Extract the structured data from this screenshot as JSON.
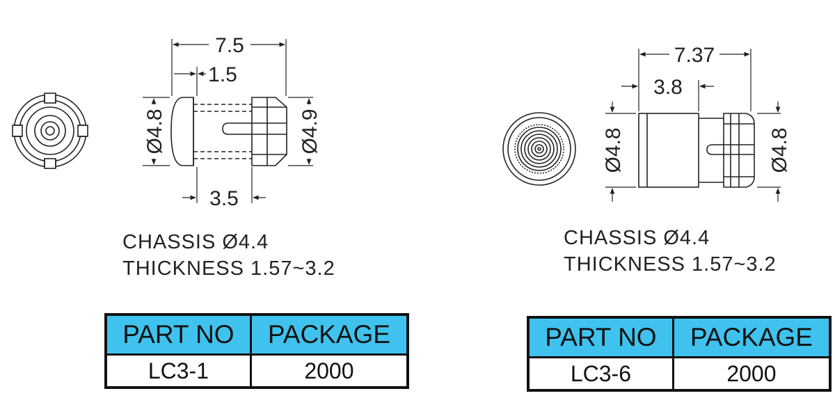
{
  "left": {
    "dims": {
      "overall": "7.5",
      "head": "1.5",
      "body": "3.5",
      "dia_left": "Ø4.8",
      "dia_right": "Ø4.9"
    },
    "chassis": "CHASSIS Ø4.4",
    "thickness": "THICKNESS 1.57~3.2",
    "table": {
      "headers": [
        "PART NO",
        "PACKAGE"
      ],
      "rows": [
        [
          "LC3-1",
          "2000"
        ]
      ]
    }
  },
  "right": {
    "dims": {
      "overall": "7.37",
      "body": "3.8",
      "dia_left": "Ø4.8",
      "dia_right": "Ø4.8"
    },
    "chassis": "CHASSIS Ø4.4",
    "thickness": "THICKNESS 1.57~3.2",
    "table": {
      "headers": [
        "PART NO",
        "PACKAGE"
      ],
      "rows": [
        [
          "LC3-6",
          "2000"
        ]
      ]
    }
  },
  "colors": {
    "header_fill": "#3fc3ee",
    "line": "#222222"
  }
}
